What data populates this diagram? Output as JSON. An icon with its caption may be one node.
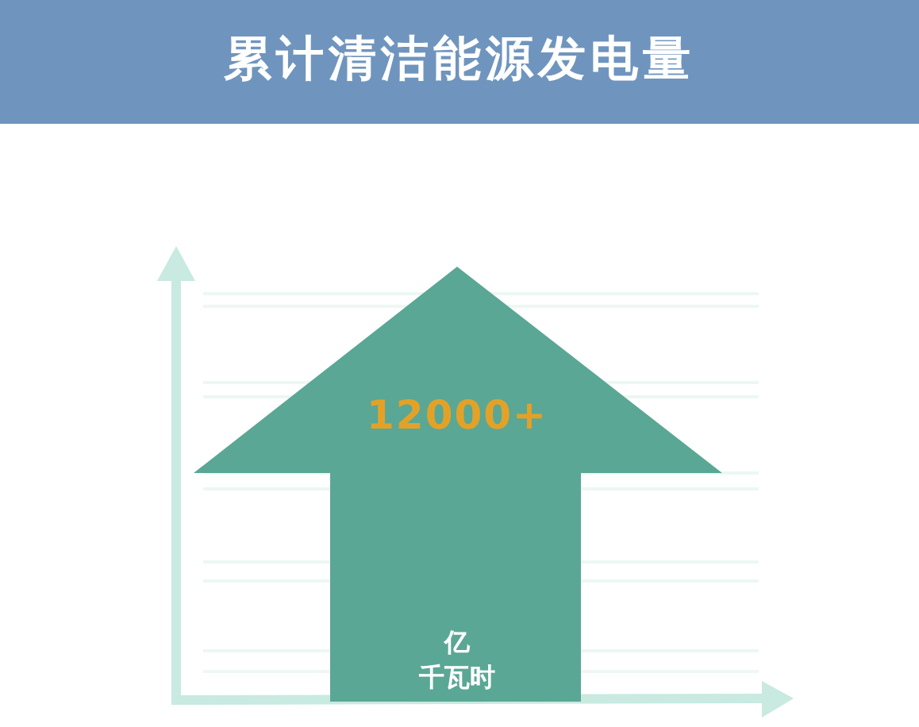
{
  "diagram": {
    "title": "累计清洁能源发电量",
    "nodes": [
      {
        "text": [
          "12000+",
          "亿千瓦时"
        ]
      }
    ]
  }
}
